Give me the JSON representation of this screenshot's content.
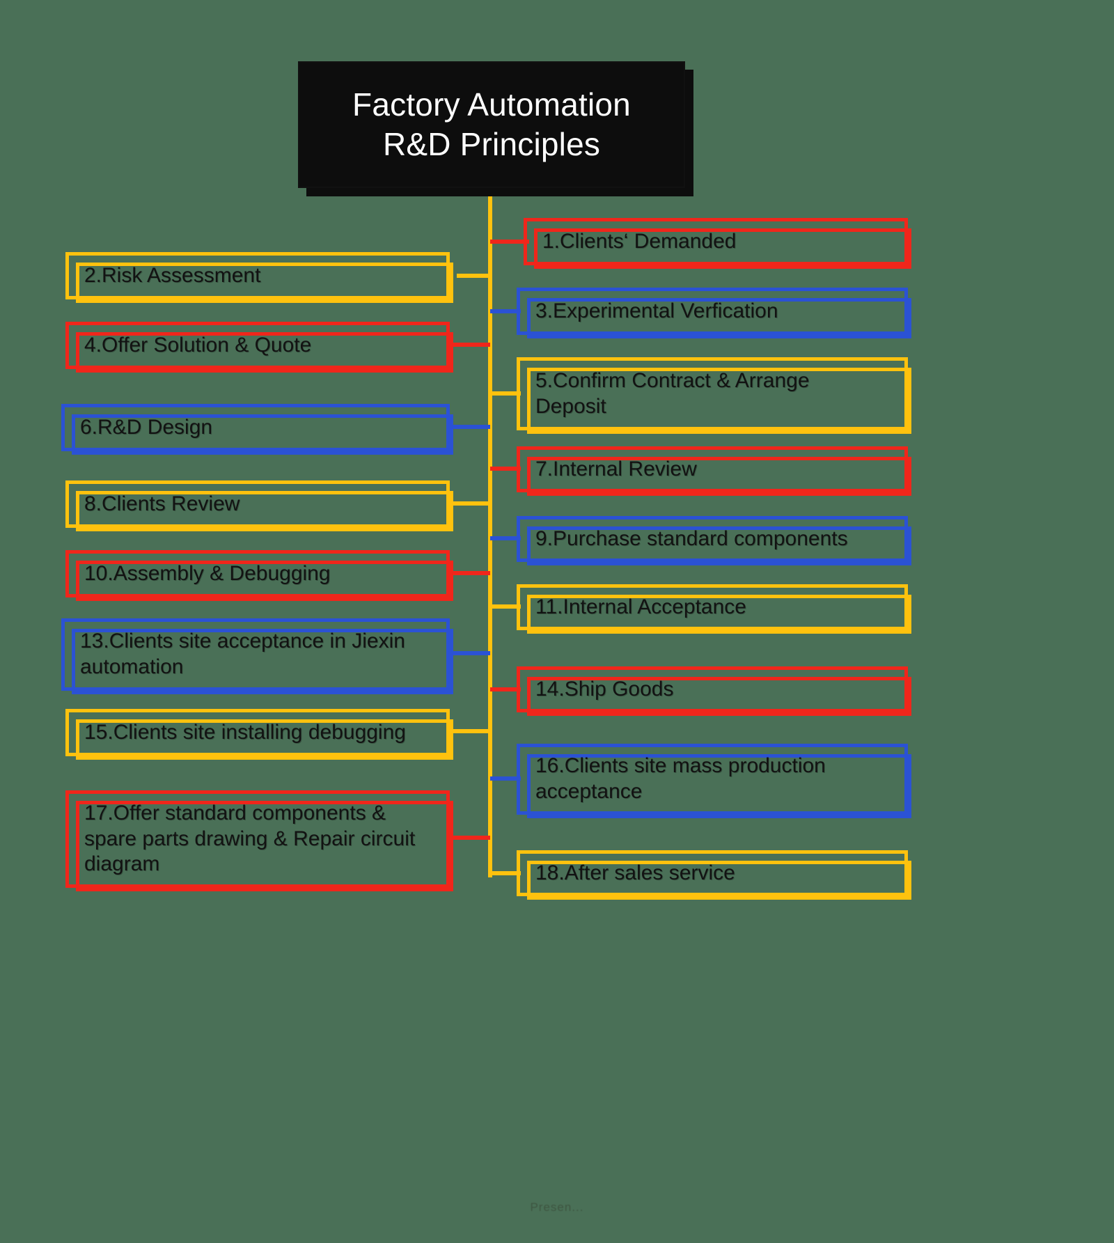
{
  "diagram": {
    "type": "mind-map",
    "background_color": "#4a7057",
    "root": {
      "title": "Factory Automation\nR&D Principles",
      "fill_color": "#0d0d0d",
      "text_color": "#ffffff"
    },
    "palette": {
      "red": "#f0261b",
      "blue": "#2b52d4",
      "yellow": "#ffc20e"
    },
    "footer_note": "Presen...",
    "nodes_right": [
      {
        "index": "1",
        "label": "1.Clients‘ Demanded",
        "color": "red"
      },
      {
        "index": "3",
        "label": "3.Experimental Verfication",
        "color": "blue"
      },
      {
        "index": "5",
        "label": "5.Confirm Contract & Arrange\nDeposit",
        "color": "yellow"
      },
      {
        "index": "7",
        "label": "7.Internal Review",
        "color": "red"
      },
      {
        "index": "9",
        "label": "9.Purchase standard components",
        "color": "blue"
      },
      {
        "index": "11",
        "label": "11.Internal Acceptance",
        "color": "yellow"
      },
      {
        "index": "14",
        "label": "14.Ship Goods",
        "color": "red"
      },
      {
        "index": "16",
        "label": "16.Clients site mass production\nacceptance",
        "color": "blue"
      },
      {
        "index": "18",
        "label": "18.After sales service",
        "color": "yellow"
      }
    ],
    "nodes_left": [
      {
        "index": "2",
        "label": "2.Risk Assessment",
        "color": "yellow"
      },
      {
        "index": "4",
        "label": "4.Offer Solution & Quote",
        "color": "red"
      },
      {
        "index": "6",
        "label": "6.R&D Design",
        "color": "blue"
      },
      {
        "index": "8",
        "label": "8.Clients Review",
        "color": "yellow"
      },
      {
        "index": "10",
        "label": "10.Assembly & Debugging",
        "color": "red"
      },
      {
        "index": "13",
        "label": "13.Clients site acceptance in Jiexin\nautomation",
        "color": "blue"
      },
      {
        "index": "15",
        "label": "15.Clients site installing debugging",
        "color": "yellow"
      },
      {
        "index": "17",
        "label": "17.Offer standard components &\nspare parts drawing & Repair circuit\ndiagram",
        "color": "red"
      }
    ]
  }
}
